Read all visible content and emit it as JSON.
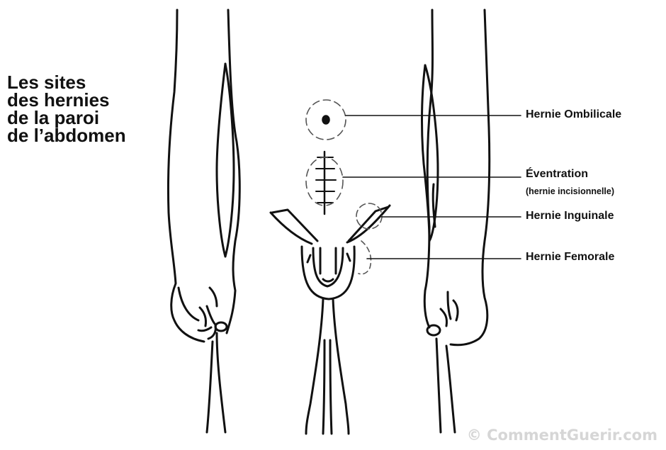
{
  "title_lines": [
    "Les sites",
    "des hernies",
    "de la paroi",
    "de l’abdomen"
  ],
  "labels": {
    "umbilical": "Hernie Ombilicale",
    "incisional": "Éventration",
    "incisional_sub": "(hernie incisionnelle)",
    "inguinal": "Hernie Inguinale",
    "femoral": "Hernie Femorale"
  },
  "watermark": "© CommentGuerir.com",
  "colors": {
    "line": "#111111",
    "dashed": "#555555",
    "watermark": "#d6d6d6"
  }
}
